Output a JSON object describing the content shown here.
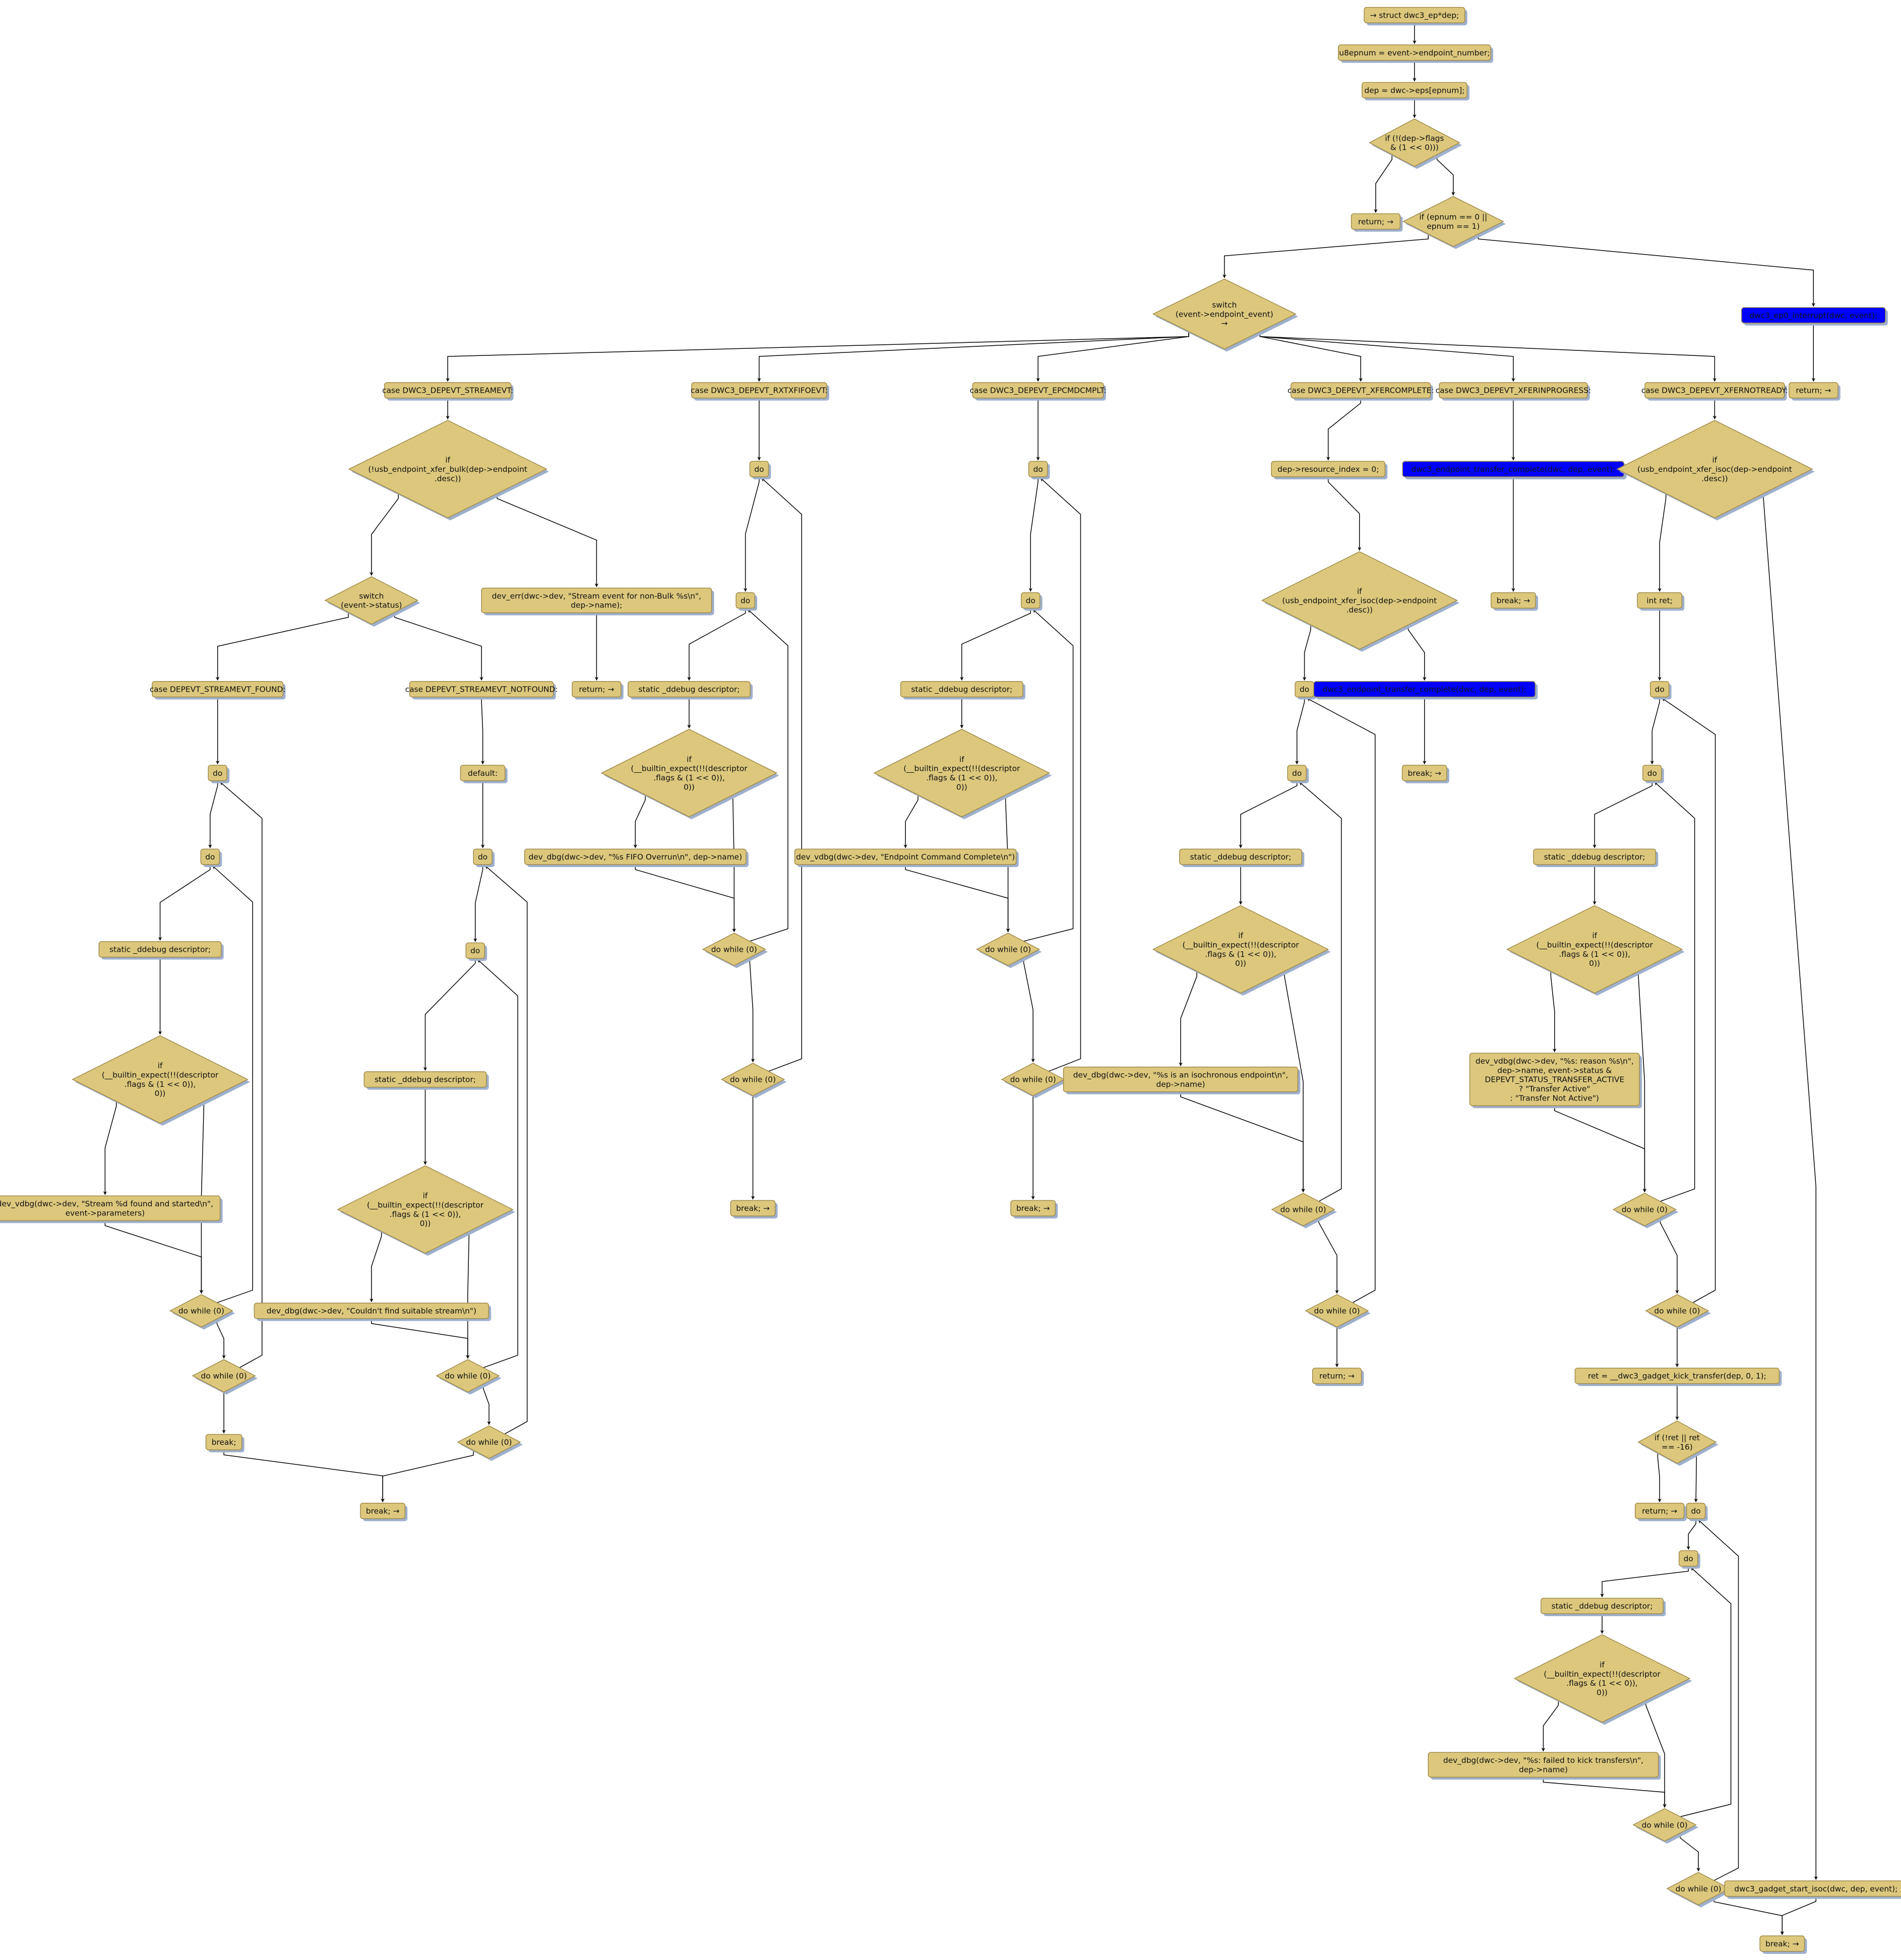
{
  "colors": {
    "node_fill": "#dcc77c",
    "node_stroke": "#a08a4a",
    "shadow": "#9fb0cc",
    "highlight_fill": "#0000ff",
    "edge": "#000000"
  },
  "nodes": {
    "n1": [
      "→ struct dwc3_ep*dep;"
    ],
    "n2": [
      "u8epnum = event->endpoint_number;"
    ],
    "n3": [
      "dep = dwc->eps[epnum];"
    ],
    "d1": [
      "if (!(dep->flags",
      "& (1 << 0)))"
    ],
    "n4": [
      "return; →"
    ],
    "d2": [
      "if (epnum == 0 ||",
      "epnum == 1)"
    ],
    "d3": [
      "switch",
      "(event->endpoint_event)",
      "→"
    ],
    "b1": [
      "dwc3_ep0_interrupt(dwc, event);"
    ],
    "n5": [
      "return; →"
    ],
    "c1": [
      "case DWC3_DEPEVT_STREAMEVT:"
    ],
    "c2": [
      "case DWC3_DEPEVT_RXTXFIFOEVT:"
    ],
    "c3": [
      "case DWC3_DEPEVT_EPCMDCMPLT:"
    ],
    "c4": [
      "case DWC3_DEPEVT_XFERCOMPLETE:"
    ],
    "c5": [
      "case DWC3_DEPEVT_XFERINPROGRESS:"
    ],
    "c6": [
      "case DWC3_DEPEVT_XFERNOTREADY:"
    ],
    "a1": [
      "if",
      "(!usb_endpoint_xfer_bulk(dep->endpoint",
      ".desc))"
    ],
    "a2": [
      "switch",
      "(event->status)"
    ],
    "a3": [
      "dev_err(dwc->dev, \"Stream event for non-Bulk %s\\n\",",
      "dep->name);"
    ],
    "a4": [
      "return; →"
    ],
    "a5": [
      "case DEPEVT_STREAMEVT_FOUND:"
    ],
    "a6": [
      "case DEPEVT_STREAMEVT_NOTFOUND:"
    ],
    "a7": [
      "do"
    ],
    "a8": [
      "do"
    ],
    "a9": [
      "static _ddebug descriptor;"
    ],
    "a10": [
      "if",
      "(__builtin_expect(!!(descriptor",
      ".flags & (1 << 0)),",
      "0))"
    ],
    "a11": [
      "dev_vdbg(dwc->dev, \"Stream %d found and started\\n\",",
      "event->parameters)"
    ],
    "a12": [
      "do while (0)"
    ],
    "a13": [
      "do while (0)"
    ],
    "a14": [
      "break;"
    ],
    "a15": [
      "break; →"
    ],
    "a16": [
      "default:"
    ],
    "a17": [
      "do"
    ],
    "a18": [
      "do"
    ],
    "a19": [
      "static _ddebug descriptor;"
    ],
    "a20": [
      "if",
      "(__builtin_expect(!!(descriptor",
      ".flags & (1 << 0)),",
      "0))"
    ],
    "a21": [
      "dev_dbg(dwc->dev, \"Couldn't find suitable stream\\n\")"
    ],
    "a22": [
      "do while (0)"
    ],
    "a23": [
      "do while (0)"
    ],
    "e1": [
      "do"
    ],
    "e2": [
      "do"
    ],
    "e3": [
      "static _ddebug descriptor;"
    ],
    "e4": [
      "if",
      "(__builtin_expect(!!(descriptor",
      ".flags & (1 << 0)),",
      "0))"
    ],
    "e5": [
      "dev_dbg(dwc->dev, \"%s FIFO Overrun\\n\", dep->name)"
    ],
    "e6": [
      "do while (0)"
    ],
    "e7": [
      "do while (0)"
    ],
    "e8": [
      "break; →"
    ],
    "f1": [
      "do"
    ],
    "f2": [
      "do"
    ],
    "f3": [
      "static _ddebug descriptor;"
    ],
    "f4": [
      "if",
      "(__builtin_expect(!!(descriptor",
      ".flags & (1 << 0)),",
      "0))"
    ],
    "f5": [
      "dev_vdbg(dwc->dev, \"Endpoint Command Complete\\n\")"
    ],
    "f6": [
      "do while (0)"
    ],
    "f7": [
      "do while (0)"
    ],
    "f8": [
      "break; →"
    ],
    "g1": [
      "dep->resource_index = 0;"
    ],
    "g2": [
      "if",
      "(usb_endpoint_xfer_isoc(dep->endpoint",
      ".desc))"
    ],
    "g3": [
      "do"
    ],
    "g4": [
      "dwc3_endpoint_transfer_complete(dwc, dep, event);"
    ],
    "g5": [
      "break; →"
    ],
    "g6": [
      "do"
    ],
    "g7": [
      "static _ddebug descriptor;"
    ],
    "g8": [
      "if",
      "(__builtin_expect(!!(descriptor",
      ".flags & (1 << 0)),",
      "0))"
    ],
    "g9": [
      "dev_dbg(dwc->dev, \"%s is an isochronous endpoint\\n\",",
      "dep->name)"
    ],
    "g10": [
      "do while (0)"
    ],
    "g11": [
      "do while (0)"
    ],
    "g12": [
      "return; →"
    ],
    "h1": [
      "dwc3_endpoint_transfer_complete(dwc, dep, event);"
    ],
    "h2": [
      "break; →"
    ],
    "i1": [
      "if",
      "(usb_endpoint_xfer_isoc(dep->endpoint",
      ".desc))"
    ],
    "i2": [
      "int ret;"
    ],
    "i3": [
      "do"
    ],
    "i4": [
      "do"
    ],
    "i5": [
      "static _ddebug descriptor;"
    ],
    "i6": [
      "if",
      "(__builtin_expect(!!(descriptor",
      ".flags & (1 << 0)),",
      "0))"
    ],
    "i7": [
      "dev_vdbg(dwc->dev, \"%s: reason %s\\n\",",
      "dep->name, event->status &",
      "DEPEVT_STATUS_TRANSFER_ACTIVE",
      "? \"Transfer Active\"",
      ": \"Transfer Not Active\")"
    ],
    "i8": [
      "do while (0)"
    ],
    "i9": [
      "do while (0)"
    ],
    "i10": [
      "ret = __dwc3_gadget_kick_transfer(dep, 0, 1);"
    ],
    "i11": [
      "if (!ret || ret",
      "== -16)"
    ],
    "i12": [
      "return; →"
    ],
    "i13": [
      "do"
    ],
    "i14": [
      "do"
    ],
    "i15": [
      "static _ddebug descriptor;"
    ],
    "i16": [
      "if",
      "(__builtin_expect(!!(descriptor",
      ".flags & (1 << 0)),",
      "0))"
    ],
    "i17": [
      "dev_dbg(dwc->dev, \"%s: failed to kick transfers\\n\",",
      "dep->name)"
    ],
    "i18": [
      "do while (0)"
    ],
    "i19": [
      "do while (0)"
    ],
    "i22": [
      "dwc3_gadget_start_isoc(dwc, dep, event);"
    ],
    "i23": [
      "break; →"
    ]
  }
}
